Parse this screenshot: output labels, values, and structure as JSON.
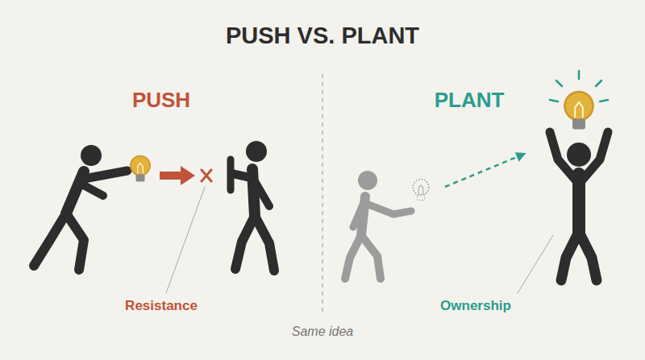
{
  "diagram": {
    "title": "PUSH VS. PLANT",
    "caption": "Same idea",
    "labels": [
      "PUSH",
      "Resistance",
      "PLANT",
      "Ownership"
    ]
  }
}
